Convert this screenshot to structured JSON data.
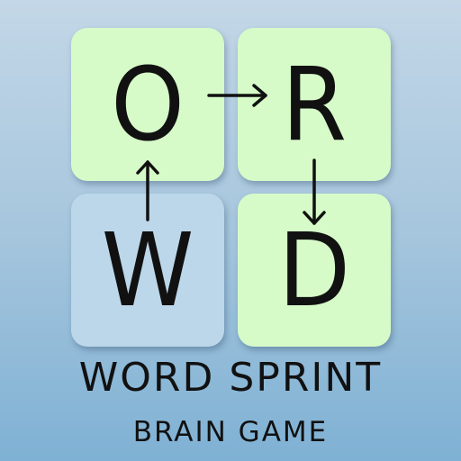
{
  "tiles": {
    "o": "O",
    "r": "R",
    "w": "W",
    "d": "D"
  },
  "colors": {
    "tile_active": "#d6fbc8",
    "tile_start": "#bcd7e9",
    "background_top": "#c3d7e7",
    "background_bottom": "#7fb1d4",
    "ink": "#111111"
  },
  "icons": [
    "arrow-up-icon",
    "arrow-right-icon",
    "arrow-down-icon"
  ],
  "title": "WORD SPRINT",
  "subtitle": "BRAIN GAME"
}
